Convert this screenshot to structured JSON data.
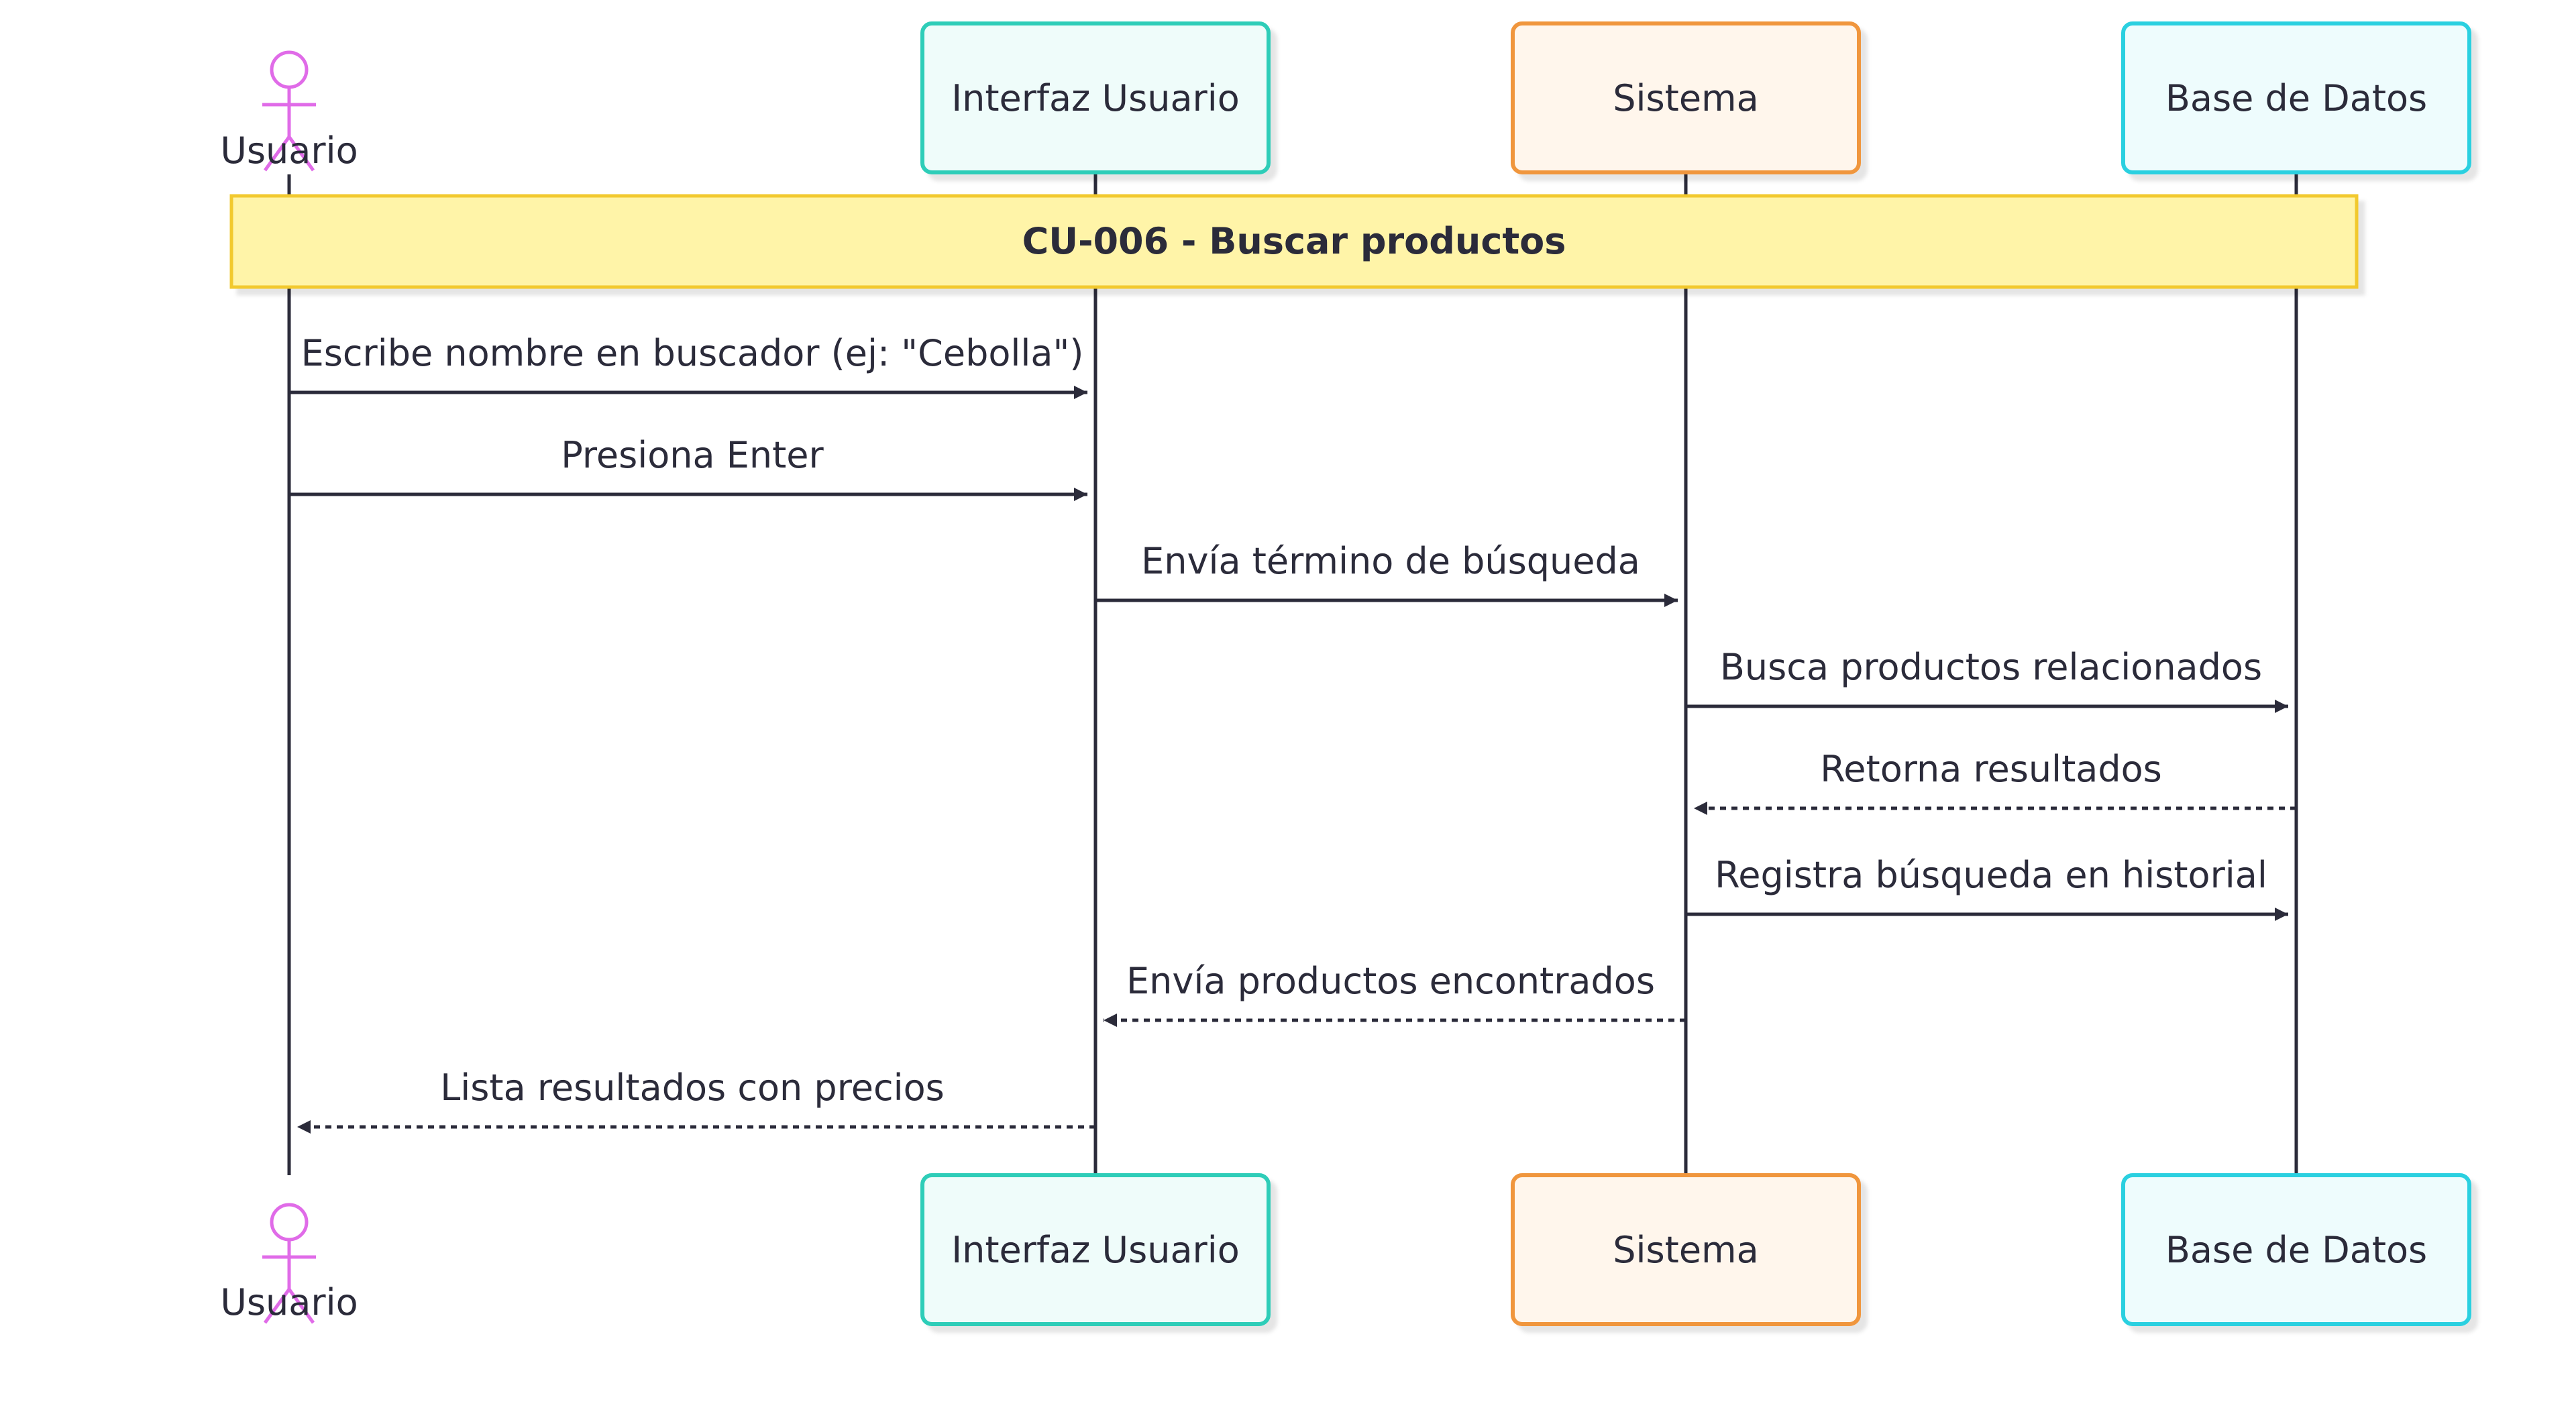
{
  "diagram": {
    "note": "CU-006 - Buscar productos",
    "actor": {
      "label": "Usuario"
    },
    "participants": [
      {
        "id": "ui",
        "label": "Interfaz Usuario",
        "stroke": "#2ecdb8",
        "fill": "#effcfa"
      },
      {
        "id": "sys",
        "label": "Sistema",
        "stroke": "#f0963e",
        "fill": "#fff6ec"
      },
      {
        "id": "db",
        "label": "Base de Datos",
        "stroke": "#2bd0e0",
        "fill": "#eefcfd"
      }
    ],
    "messages": [
      {
        "from": "actor",
        "to": "ui",
        "text": "Escribe nombre en buscador (ej: \"Cebolla\")",
        "dashed": false
      },
      {
        "from": "actor",
        "to": "ui",
        "text": "Presiona Enter",
        "dashed": false
      },
      {
        "from": "ui",
        "to": "sys",
        "text": "Envía término de búsqueda",
        "dashed": false
      },
      {
        "from": "sys",
        "to": "db",
        "text": "Busca productos relacionados",
        "dashed": false
      },
      {
        "from": "db",
        "to": "sys",
        "text": "Retorna resultados",
        "dashed": true
      },
      {
        "from": "sys",
        "to": "db",
        "text": "Registra búsqueda en historial",
        "dashed": false
      },
      {
        "from": "sys",
        "to": "ui",
        "text": "Envía productos encontrados",
        "dashed": true
      },
      {
        "from": "ui",
        "to": "actor",
        "text": "Lista resultados con precios",
        "dashed": true
      }
    ],
    "colors": {
      "actor": "#e06be8",
      "line": "#2b2b3a",
      "note_fill": "#fff4a8",
      "note_stroke": "#f2c92e"
    }
  }
}
